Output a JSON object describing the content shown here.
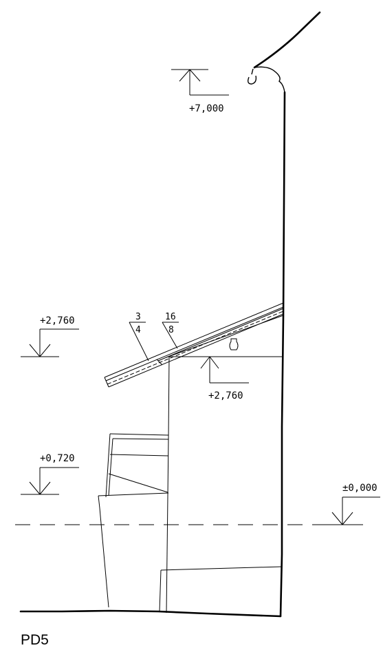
{
  "drawing": {
    "title": "PD5",
    "levels": {
      "top": "+7,000",
      "eave_left": "+2,760",
      "eave_right": "+2,760",
      "mid": "+0,720",
      "ground": "±0,000"
    },
    "roof_fraction_a": {
      "num": "3",
      "den": "4"
    },
    "roof_fraction_b": {
      "num": "16",
      "den": "8"
    }
  }
}
